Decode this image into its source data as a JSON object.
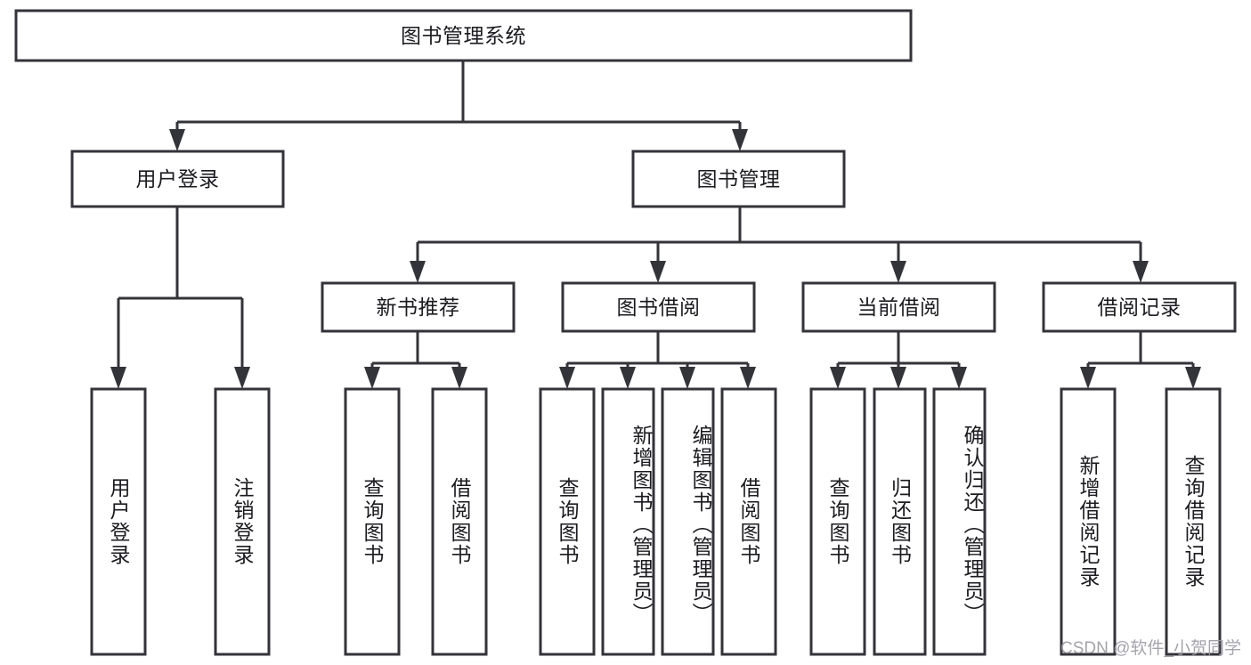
{
  "diagram": {
    "type": "tree-hierarchy",
    "title": "图书管理系统",
    "watermark": "CSDN @软件_小贺同学",
    "colors": {
      "stroke": "#33333a",
      "fill": "#ffffff",
      "text": "#1b1b20",
      "watermark": "#9a9aa2"
    },
    "nodes": {
      "root": {
        "label": "图书管理系统"
      },
      "level2": [
        {
          "id": "user-login",
          "label": "用户登录"
        },
        {
          "id": "book-manage",
          "label": "图书管理"
        }
      ],
      "level3": [
        {
          "id": "new-book-recommend",
          "label": "新书推荐"
        },
        {
          "id": "book-borrow",
          "label": "图书借阅"
        },
        {
          "id": "current-borrow",
          "label": "当前借阅"
        },
        {
          "id": "borrow-record",
          "label": "借阅记录"
        }
      ],
      "leaves": {
        "user_login": [
          {
            "id": "leaf-user-login",
            "label": "用户登录"
          },
          {
            "id": "leaf-logout-login",
            "label": "注销登录"
          }
        ],
        "new_book_recommend": [
          {
            "id": "leaf-query-book-1",
            "label": "查询图书"
          },
          {
            "id": "leaf-borrow-book-1",
            "label": "借阅图书"
          }
        ],
        "book_borrow": [
          {
            "id": "leaf-query-book-2",
            "label": "查询图书"
          },
          {
            "id": "leaf-add-book",
            "label": "新增图书（管理员）"
          },
          {
            "id": "leaf-edit-book",
            "label": "编辑图书（管理员）"
          },
          {
            "id": "leaf-borrow-book-2",
            "label": "借阅图书"
          }
        ],
        "current_borrow": [
          {
            "id": "leaf-query-book-3",
            "label": "查询图书"
          },
          {
            "id": "leaf-return-book",
            "label": "归还图书"
          },
          {
            "id": "leaf-confirm-return",
            "label": "确认归还（管理员）"
          }
        ],
        "borrow_record": [
          {
            "id": "leaf-add-record",
            "label": "新增借阅记录"
          },
          {
            "id": "leaf-query-record",
            "label": "查询借阅记录"
          }
        ]
      }
    }
  }
}
